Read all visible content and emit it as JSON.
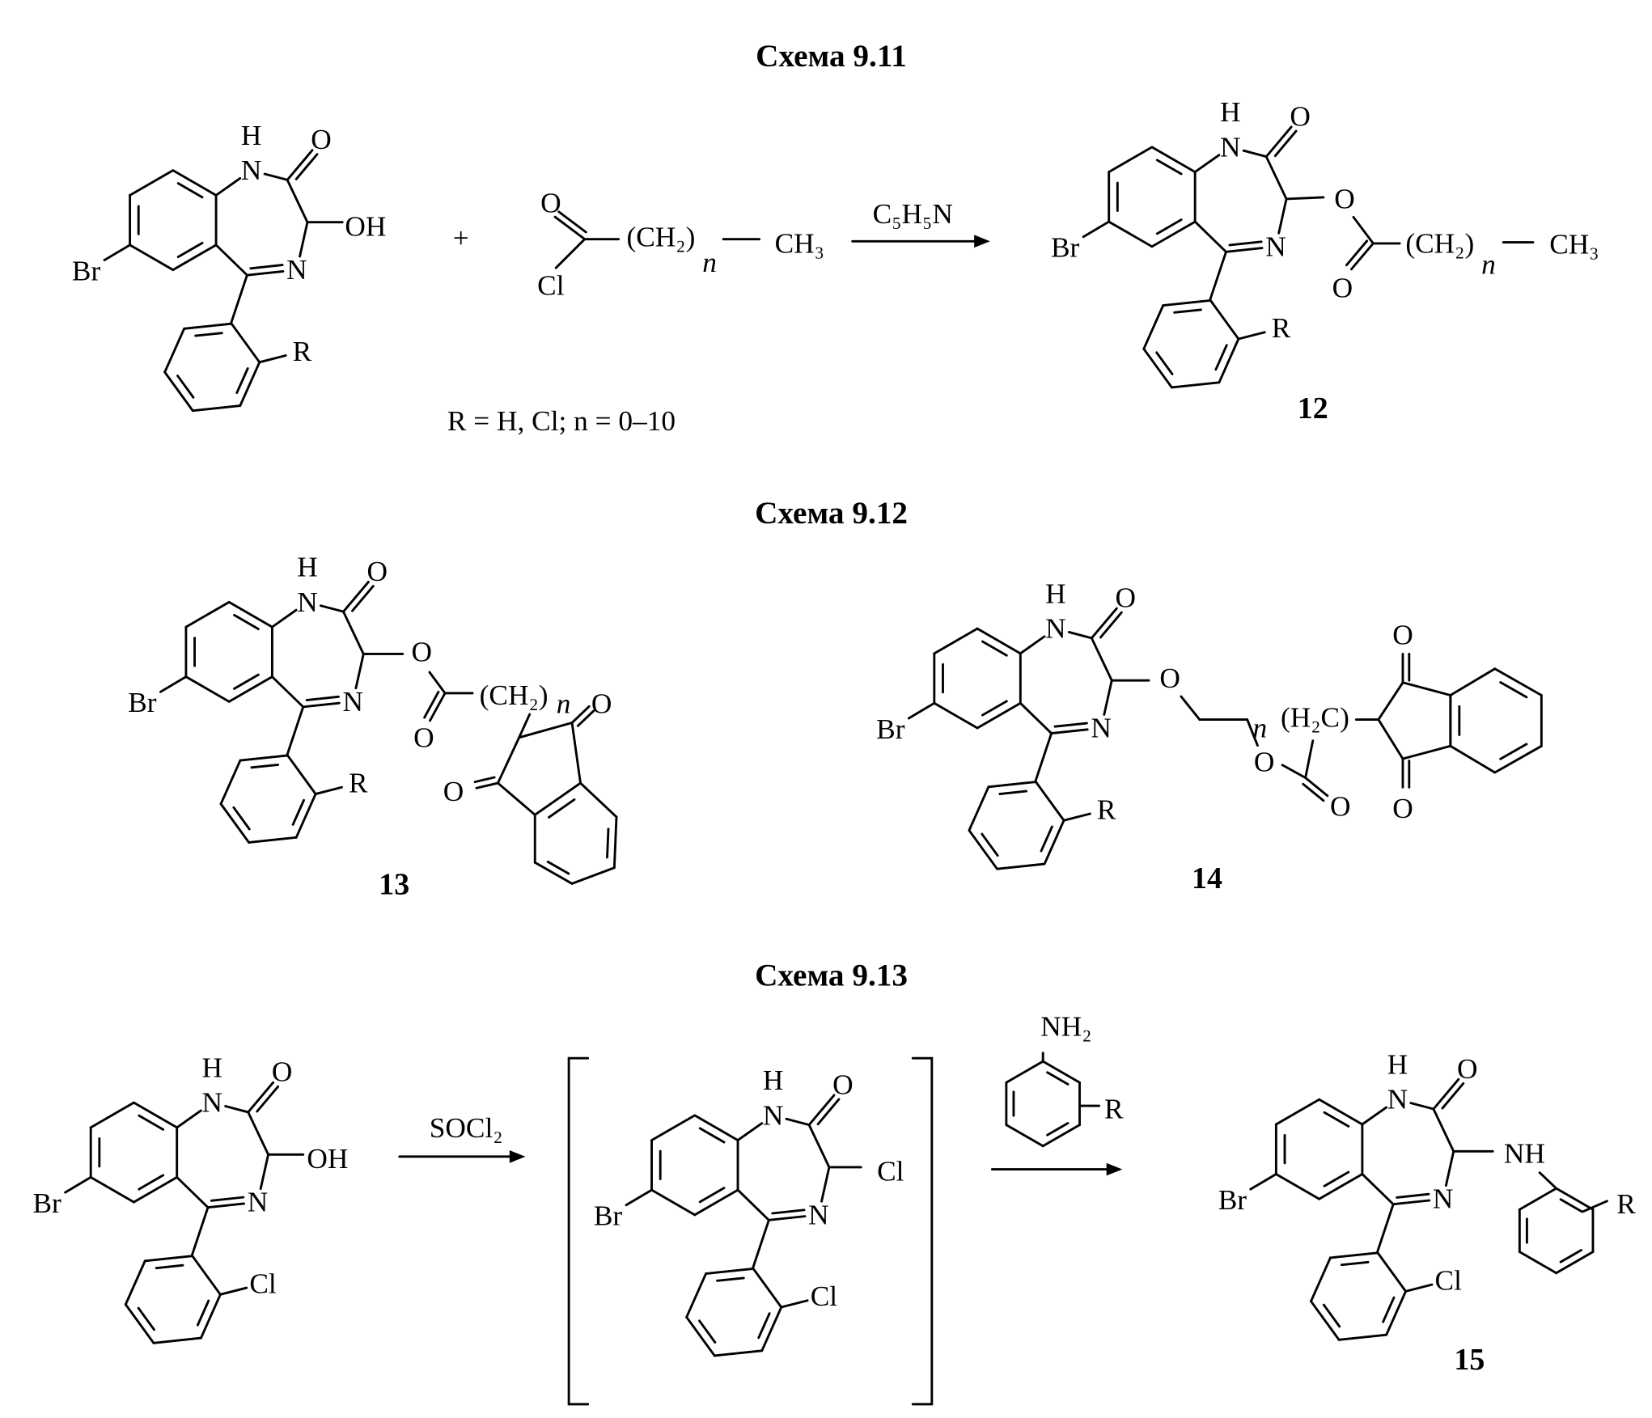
{
  "schemes": [
    {
      "title": "Схема 9.11"
    },
    {
      "title": "Схема 9.12"
    },
    {
      "title": "Схема 9.13"
    }
  ],
  "atoms": {
    "H": "H",
    "O": "O",
    "N": "N",
    "Br": "Br",
    "R": "R",
    "Cl": "Cl",
    "OH": "OH",
    "NH": "NH"
  },
  "reagents": {
    "plus": "+",
    "acyl_chain": "(CH₂)",
    "n": "n",
    "ch3": "CH₃",
    "pyridine": "C₅H₅N",
    "socl2": "SOCl₂",
    "nh2": "NH₂",
    "h2c": "(H₂C)"
  },
  "conditions": "R = H, Cl; n = 0–10",
  "compounds": {
    "c12": "12",
    "c13": "13",
    "c14": "14",
    "c15": "15"
  }
}
